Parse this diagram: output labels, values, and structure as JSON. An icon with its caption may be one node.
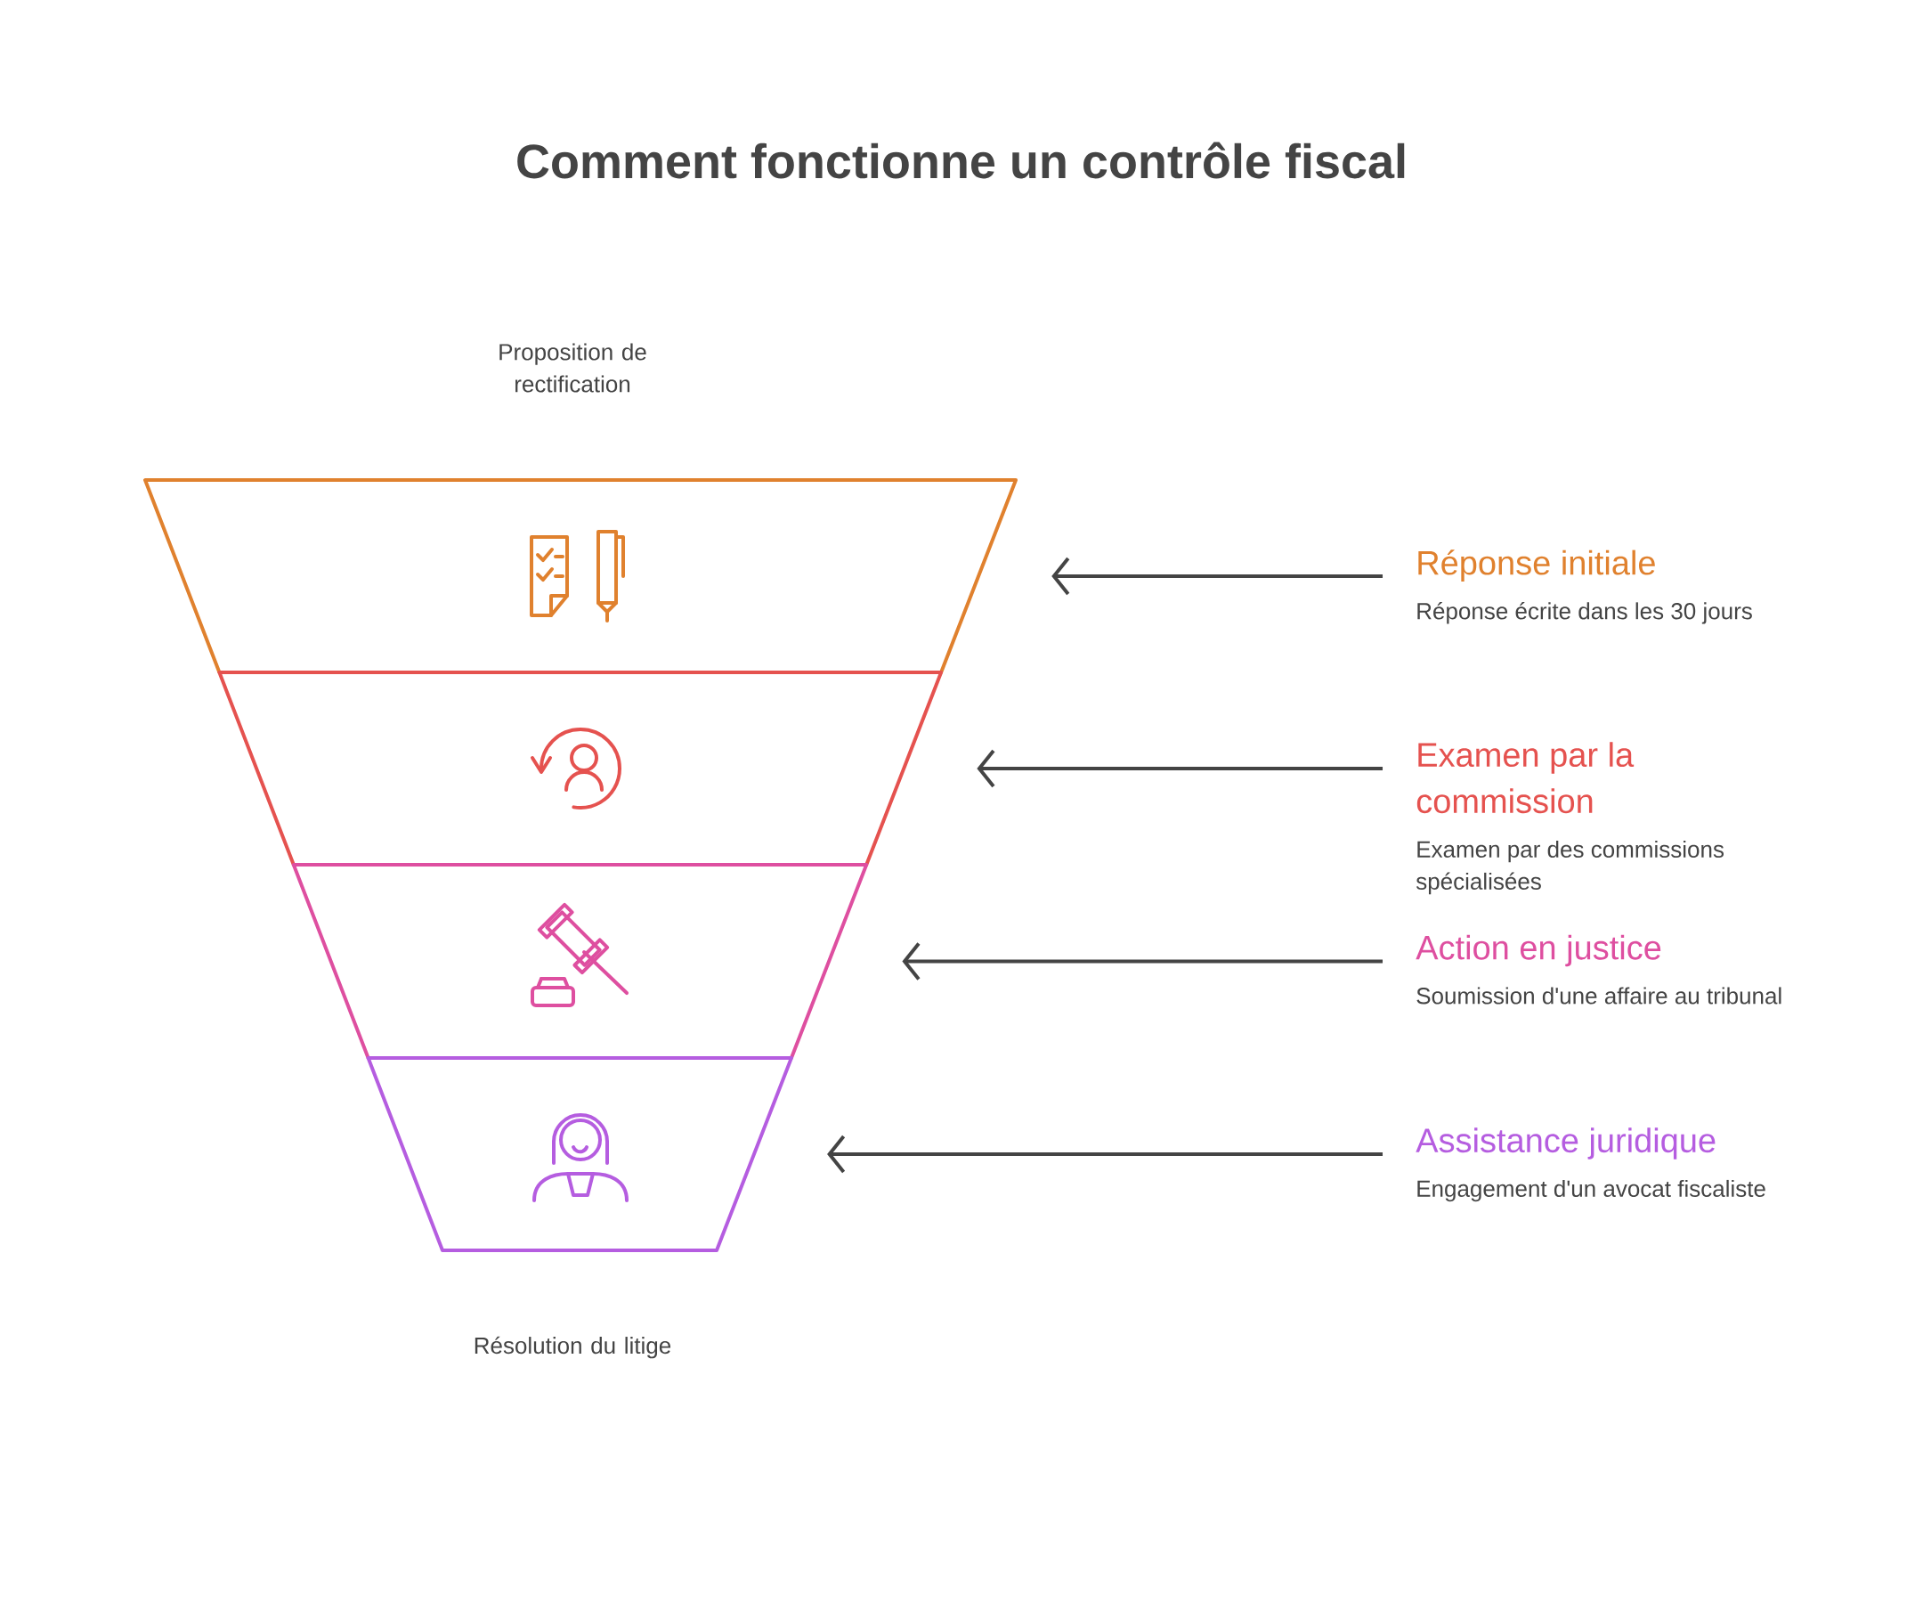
{
  "diagram": {
    "title": "Comment fonctionne un contrôle fiscal",
    "nodes": [
      {
        "text": [],
        "shape": "trapezoid"
      },
      {
        "text": [],
        "shape": "trapezoid"
      },
      {
        "text": [],
        "shape": "trapezoid"
      },
      {
        "text": [],
        "shape": "trapezoid"
      },
      {
        "text": [
          "Réponse initiale",
          "Réponse écrite dans les 30 jours"
        ]
      },
      {
        "text": [
          "Examen par la commission",
          "Examen par des commissions spécialisées"
        ]
      },
      {
        "text": [
          "Action en justice",
          "Soumission d'une affaire au tribunal"
        ]
      },
      {
        "text": [
          "Assistance juridique",
          "Engagement d'un avocat fiscaliste"
        ]
      }
    ],
    "edges": [
      {
        "from": 4,
        "to": 0,
        "arrow": "to"
      },
      {
        "from": 5,
        "to": 1,
        "arrow": "to"
      },
      {
        "from": 6,
        "to": 2,
        "arrow": "to"
      },
      {
        "from": 7,
        "to": 3,
        "arrow": "to"
      }
    ],
    "labels": [
      "Proposition de rectification",
      "Résolution du litige"
    ]
  }
}
